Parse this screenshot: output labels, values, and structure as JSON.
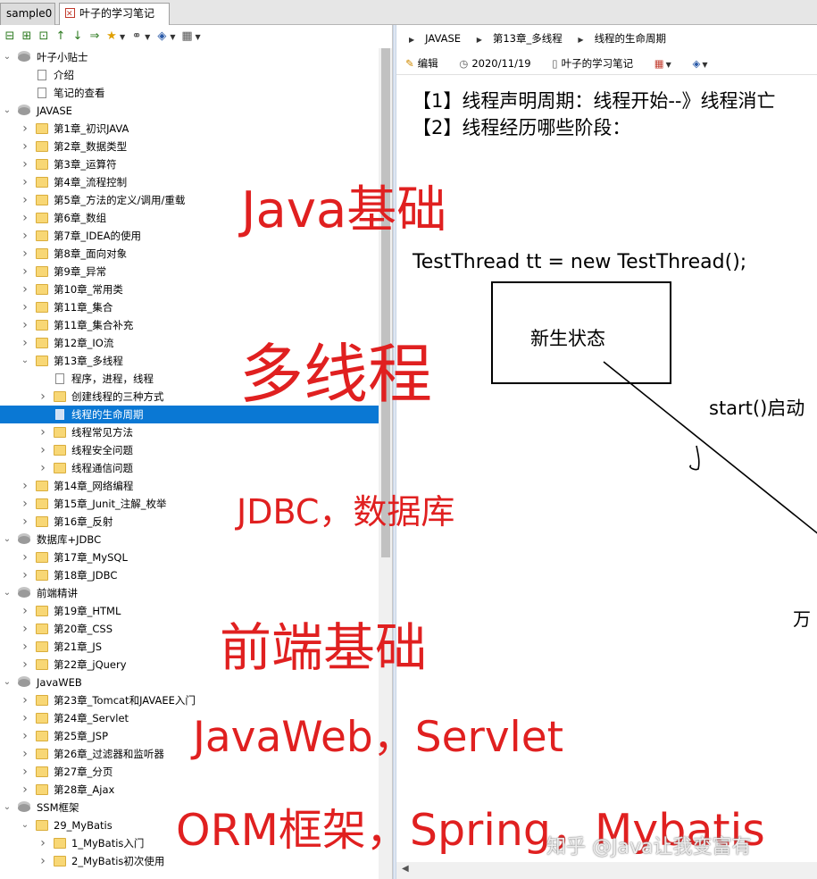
{
  "tabs": [
    {
      "label": "sample0",
      "active": false
    },
    {
      "label": "叶子的学习笔记",
      "active": true
    }
  ],
  "toolbar_icons": [
    "tree-collapse-icon",
    "tree-add-icon",
    "tree-move-icon",
    "arrow-up-icon",
    "arrow-down-icon",
    "arrow-right-icon",
    "star-icon",
    "link-icon",
    "tag-icon",
    "layout-icon"
  ],
  "tree": [
    {
      "label": "叶子小贴士",
      "level": 0,
      "type": "notebook",
      "expanded": true
    },
    {
      "label": "介绍",
      "level": 1,
      "type": "note"
    },
    {
      "label": "笔记的查看",
      "level": 1,
      "type": "note"
    },
    {
      "label": "JAVASE",
      "level": 0,
      "type": "notebook",
      "expanded": true
    },
    {
      "label": "第1章_初识JAVA",
      "level": 1,
      "type": "folder"
    },
    {
      "label": "第2章_数据类型",
      "level": 1,
      "type": "folder"
    },
    {
      "label": "第3章_运算符",
      "level": 1,
      "type": "folder"
    },
    {
      "label": "第4章_流程控制",
      "level": 1,
      "type": "folder"
    },
    {
      "label": "第5章_方法的定义/调用/重载",
      "level": 1,
      "type": "folder"
    },
    {
      "label": "第6章_数组",
      "level": 1,
      "type": "folder"
    },
    {
      "label": "第7章_IDEA的使用",
      "level": 1,
      "type": "folder"
    },
    {
      "label": "第8章_面向对象",
      "level": 1,
      "type": "folder"
    },
    {
      "label": "第9章_异常",
      "level": 1,
      "type": "folder"
    },
    {
      "label": "第10章_常用类",
      "level": 1,
      "type": "folder"
    },
    {
      "label": "第11章_集合",
      "level": 1,
      "type": "folder"
    },
    {
      "label": "第11章_集合补充",
      "level": 1,
      "type": "folder"
    },
    {
      "label": "第12章_IO流",
      "level": 1,
      "type": "folder"
    },
    {
      "label": "第13章_多线程",
      "level": 1,
      "type": "folder",
      "expanded": true
    },
    {
      "label": "程序，进程，线程",
      "level": 2,
      "type": "note"
    },
    {
      "label": "创建线程的三种方式",
      "level": 2,
      "type": "folder"
    },
    {
      "label": "线程的生命周期",
      "level": 2,
      "type": "note",
      "selected": true
    },
    {
      "label": "线程常见方法",
      "level": 2,
      "type": "folder"
    },
    {
      "label": "线程安全问题",
      "level": 2,
      "type": "folder"
    },
    {
      "label": "线程通信问题",
      "level": 2,
      "type": "folder"
    },
    {
      "label": "第14章_网络编程",
      "level": 1,
      "type": "folder"
    },
    {
      "label": "第15章_Junit_注解_枚举",
      "level": 1,
      "type": "folder"
    },
    {
      "label": "第16章_反射",
      "level": 1,
      "type": "folder"
    },
    {
      "label": "数据库+JDBC",
      "level": 0,
      "type": "notebook",
      "expanded": true
    },
    {
      "label": "第17章_MySQL",
      "level": 1,
      "type": "folder"
    },
    {
      "label": "第18章_JDBC",
      "level": 1,
      "type": "folder"
    },
    {
      "label": "前端精讲",
      "level": 0,
      "type": "notebook",
      "expanded": true
    },
    {
      "label": "第19章_HTML",
      "level": 1,
      "type": "folder"
    },
    {
      "label": "第20章_CSS",
      "level": 1,
      "type": "folder"
    },
    {
      "label": "第21章_JS",
      "level": 1,
      "type": "folder"
    },
    {
      "label": "第22章_jQuery",
      "level": 1,
      "type": "folder"
    },
    {
      "label": "JavaWEB",
      "level": 0,
      "type": "notebook",
      "expanded": true
    },
    {
      "label": "第23章_Tomcat和JAVAEE入门",
      "level": 1,
      "type": "folder"
    },
    {
      "label": "第24章_Servlet",
      "level": 1,
      "type": "folder"
    },
    {
      "label": "第25章_JSP",
      "level": 1,
      "type": "folder"
    },
    {
      "label": "第26章_过滤器和监听器",
      "level": 1,
      "type": "folder"
    },
    {
      "label": "第27章_分页",
      "level": 1,
      "type": "folder"
    },
    {
      "label": "第28章_Ajax",
      "level": 1,
      "type": "folder"
    },
    {
      "label": "SSM框架",
      "level": 0,
      "type": "notebook",
      "expanded": true
    },
    {
      "label": "29_MyBatis",
      "level": 1,
      "type": "folder",
      "expanded": true
    },
    {
      "label": "1_MyBatis入门",
      "level": 2,
      "type": "folder"
    },
    {
      "label": "2_MyBatis初次使用",
      "level": 2,
      "type": "folder"
    }
  ],
  "breadcrumb": [
    "JAVASE",
    "第13章_多线程",
    "线程的生命周期"
  ],
  "meta": {
    "edit_label": "编辑",
    "date": "2020/11/19",
    "notebook": "叶子的学习笔记"
  },
  "note": {
    "line1": "【1】线程声明周期：线程开始--》线程消亡",
    "line2": "【2】线程经历哪些阶段：",
    "code": "TestThread tt = new TestThread();",
    "state_label": "新生状态",
    "start_label": "start()启动",
    "partial_text": "万"
  },
  "annotations": {
    "java_basics": "Java基础",
    "multithreading": "多线程",
    "jdbc": "JDBC，数据库",
    "frontend": "前端基础",
    "javaweb": "JavaWeb，Servlet",
    "orm": "ORM框架，Spring，Mybatis"
  },
  "watermark": "知乎 @Java让我变富有",
  "colors": {
    "selection": "#0a78d4",
    "annotation": "#e02020",
    "folder": "#f8d775"
  }
}
